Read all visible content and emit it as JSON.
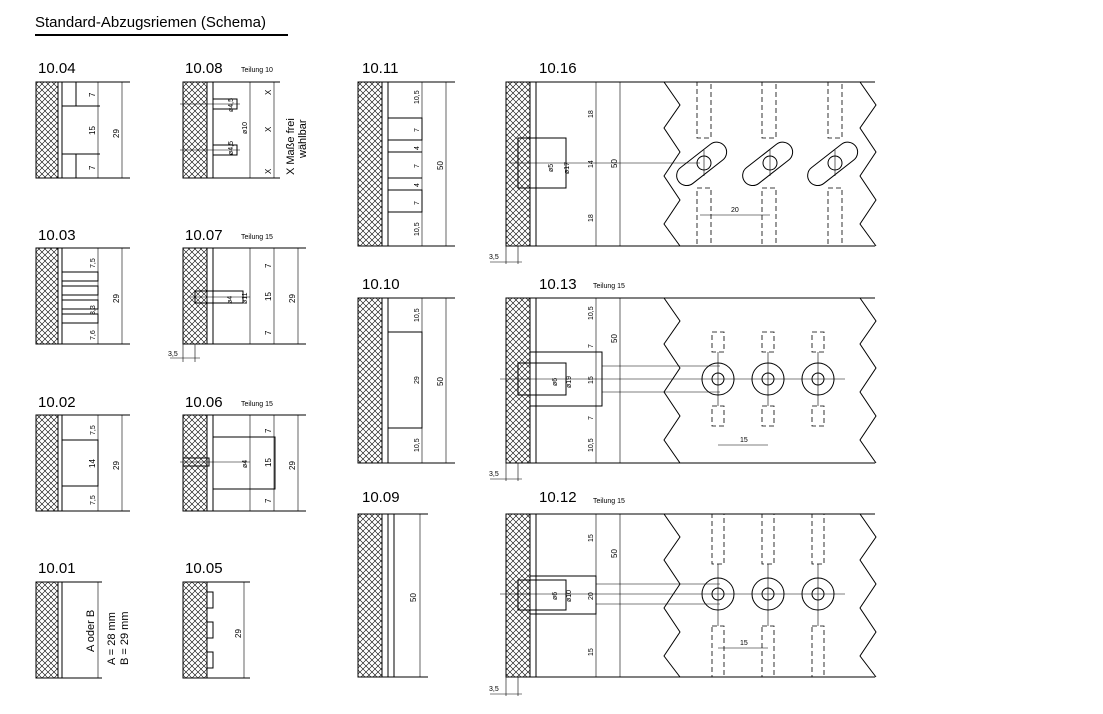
{
  "title": "Standard-Abzugsriemen  (Schema)",
  "labels": {
    "l1004": "10.04",
    "l1003": "10.03",
    "l1002": "10.02",
    "l1001": "10.01",
    "l1008": "10.08",
    "l1007": "10.07",
    "l1006": "10.06",
    "l1005": "10.05",
    "l1011": "10.11",
    "l1010": "10.10",
    "l1009": "10.09",
    "l1016": "10.16",
    "l1013": "10.13",
    "l1012": "10.12"
  },
  "notes": {
    "teilung10": "Teilung 10",
    "teilung15": "Teilung 15",
    "x_masse": "X Maße frei",
    "waehlbar": "wählbar",
    "a_oder_b": "A oder B",
    "a_val": "A = 28 mm",
    "b_val": "B = 29 mm"
  },
  "dims": {
    "d7": "7",
    "d15": "15",
    "d29": "29",
    "d14": "14",
    "d7_5": "7,5",
    "d3_3": "3,3",
    "d7_6": "7,6",
    "d50": "50",
    "d10_5": "10,5",
    "d4": "4",
    "d18": "18",
    "d20": "20",
    "d3_5": "3,5",
    "dx": "X",
    "phi4_5": "ø4,5",
    "phi10": "ø10",
    "phi11": "ø11",
    "phi4": "ø4",
    "phi5": "ø5",
    "phi17": "ø17",
    "phi6": "ø6",
    "phi19": "ø19"
  }
}
